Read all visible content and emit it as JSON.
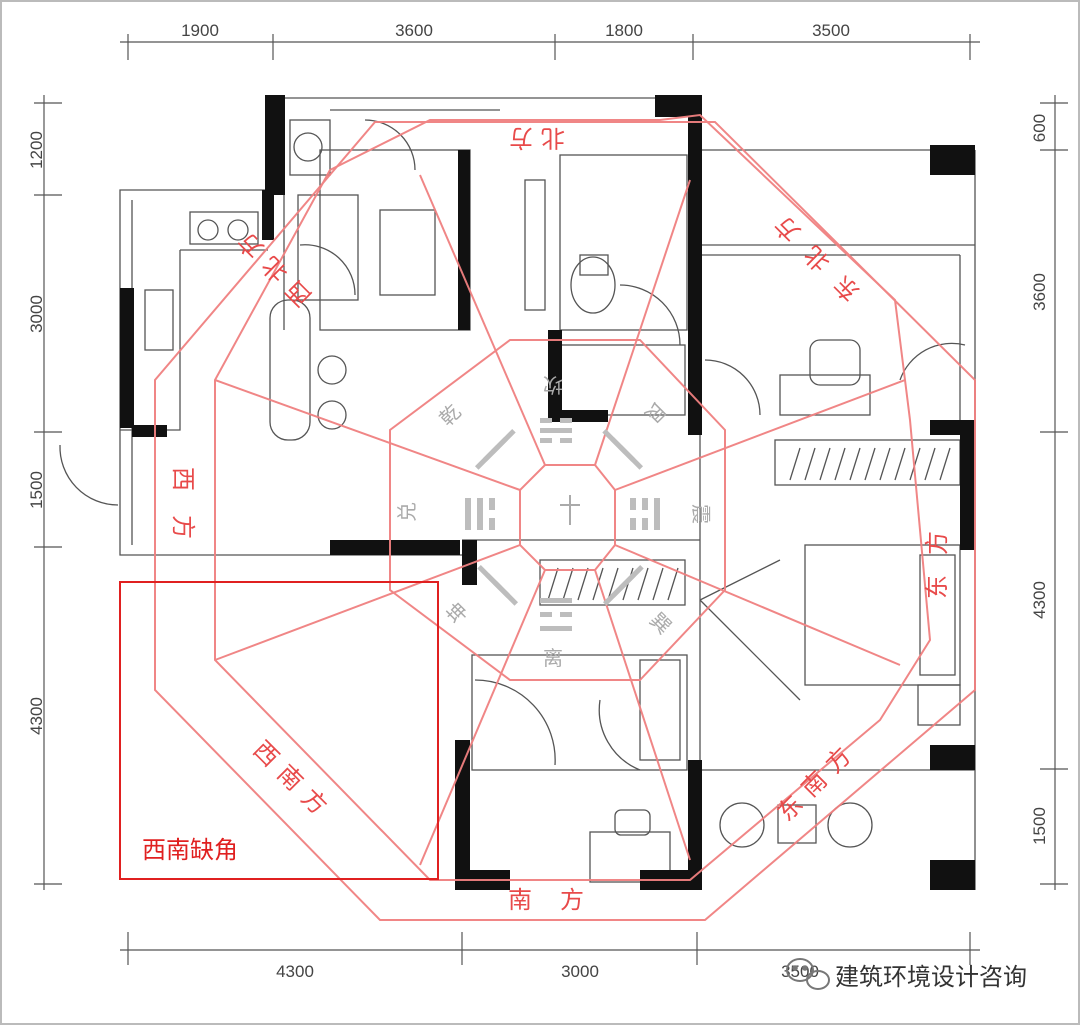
{
  "dimensions": {
    "top": [
      "1900",
      "3600",
      "1800",
      "3500"
    ],
    "bottom": [
      "4300",
      "3000",
      "3500"
    ],
    "left": [
      "1200",
      "3000",
      "1500",
      "4300"
    ],
    "right": [
      "600",
      "3600",
      "4300",
      "1500"
    ]
  },
  "directions": {
    "north": "北方",
    "northeast": "东北方",
    "east": "东方",
    "southeast": "东南方",
    "south": "南方",
    "southwest": "西南方",
    "west": "西方",
    "northwest": "西北方"
  },
  "trigrams": {
    "qian": "乾",
    "kan": "坎",
    "gen": "艮",
    "zhen": "震",
    "xun": "巽",
    "li": "离",
    "kun": "坤",
    "dui": "兑"
  },
  "annotation": {
    "missing_corner_label": "西南缺角"
  },
  "watermark": {
    "text": "建筑环境设计咨询"
  },
  "colors": {
    "overlay": "#f08080",
    "note": "#e02020",
    "wall": "#111111",
    "line": "#666666"
  }
}
